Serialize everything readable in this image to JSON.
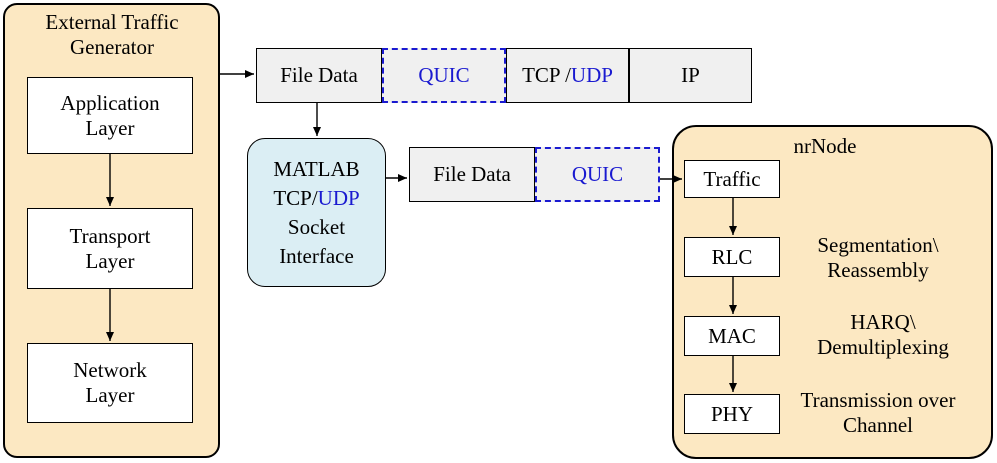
{
  "generator": {
    "title": "External Traffic Generator",
    "layers": [
      "Application Layer",
      "Transport Layer",
      "Network Layer"
    ]
  },
  "packet_top": [
    "File Data",
    "QUIC",
    "TCP /",
    "UDP",
    "IP"
  ],
  "socket": {
    "line1": "MATLAB",
    "line2a": "TCP/",
    "line2b": "UDP",
    "line3": "Socket",
    "line4": "Interface"
  },
  "packet_mid": [
    "File Data",
    "QUIC"
  ],
  "nrnode": {
    "title": "nrNode",
    "blocks": [
      "Traffic",
      "RLC",
      "MAC",
      "PHY"
    ],
    "notes": [
      "Segmentation\\ Reassembly",
      "HARQ\\ Demultiplexing",
      "Transmission over Channel"
    ]
  },
  "colors": {
    "panel": "#fce8c2",
    "socket": "#dbeef4",
    "accent": "#1a1ad0",
    "header": "#f0f0f0"
  }
}
